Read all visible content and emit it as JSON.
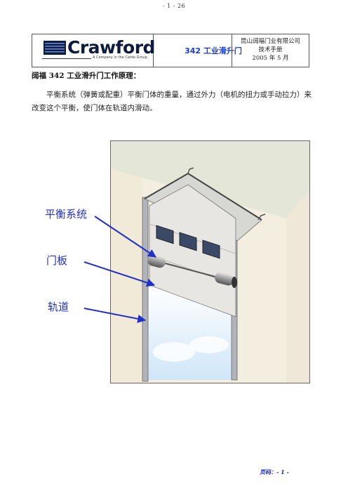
{
  "top_page_number": "- 1 - 26",
  "header": {
    "logo_text": "Crawford",
    "logo_tagline": "A Company in the Cardo Group",
    "doc_title": "342 工业滑升门",
    "company": "昆山阔福门业有限公司",
    "manual": "技术手册",
    "date": "2005 年 5 月"
  },
  "section": {
    "title": "阔福 342 工业滑升门工作原理：",
    "paragraph": "平衡系统（弹簧或配重）平衡门体的重量，通过外力（电机的扭力或手动拉力）来改变这个平衡，使门体在轨道内滑动。"
  },
  "figure": {
    "callouts": [
      "平衡系统",
      "门板",
      "轨道"
    ]
  },
  "footer": {
    "page_label": "页码：- 1 -"
  },
  "colors": {
    "accent": "#2230c8",
    "logo_navy": "#0d1b3d"
  }
}
